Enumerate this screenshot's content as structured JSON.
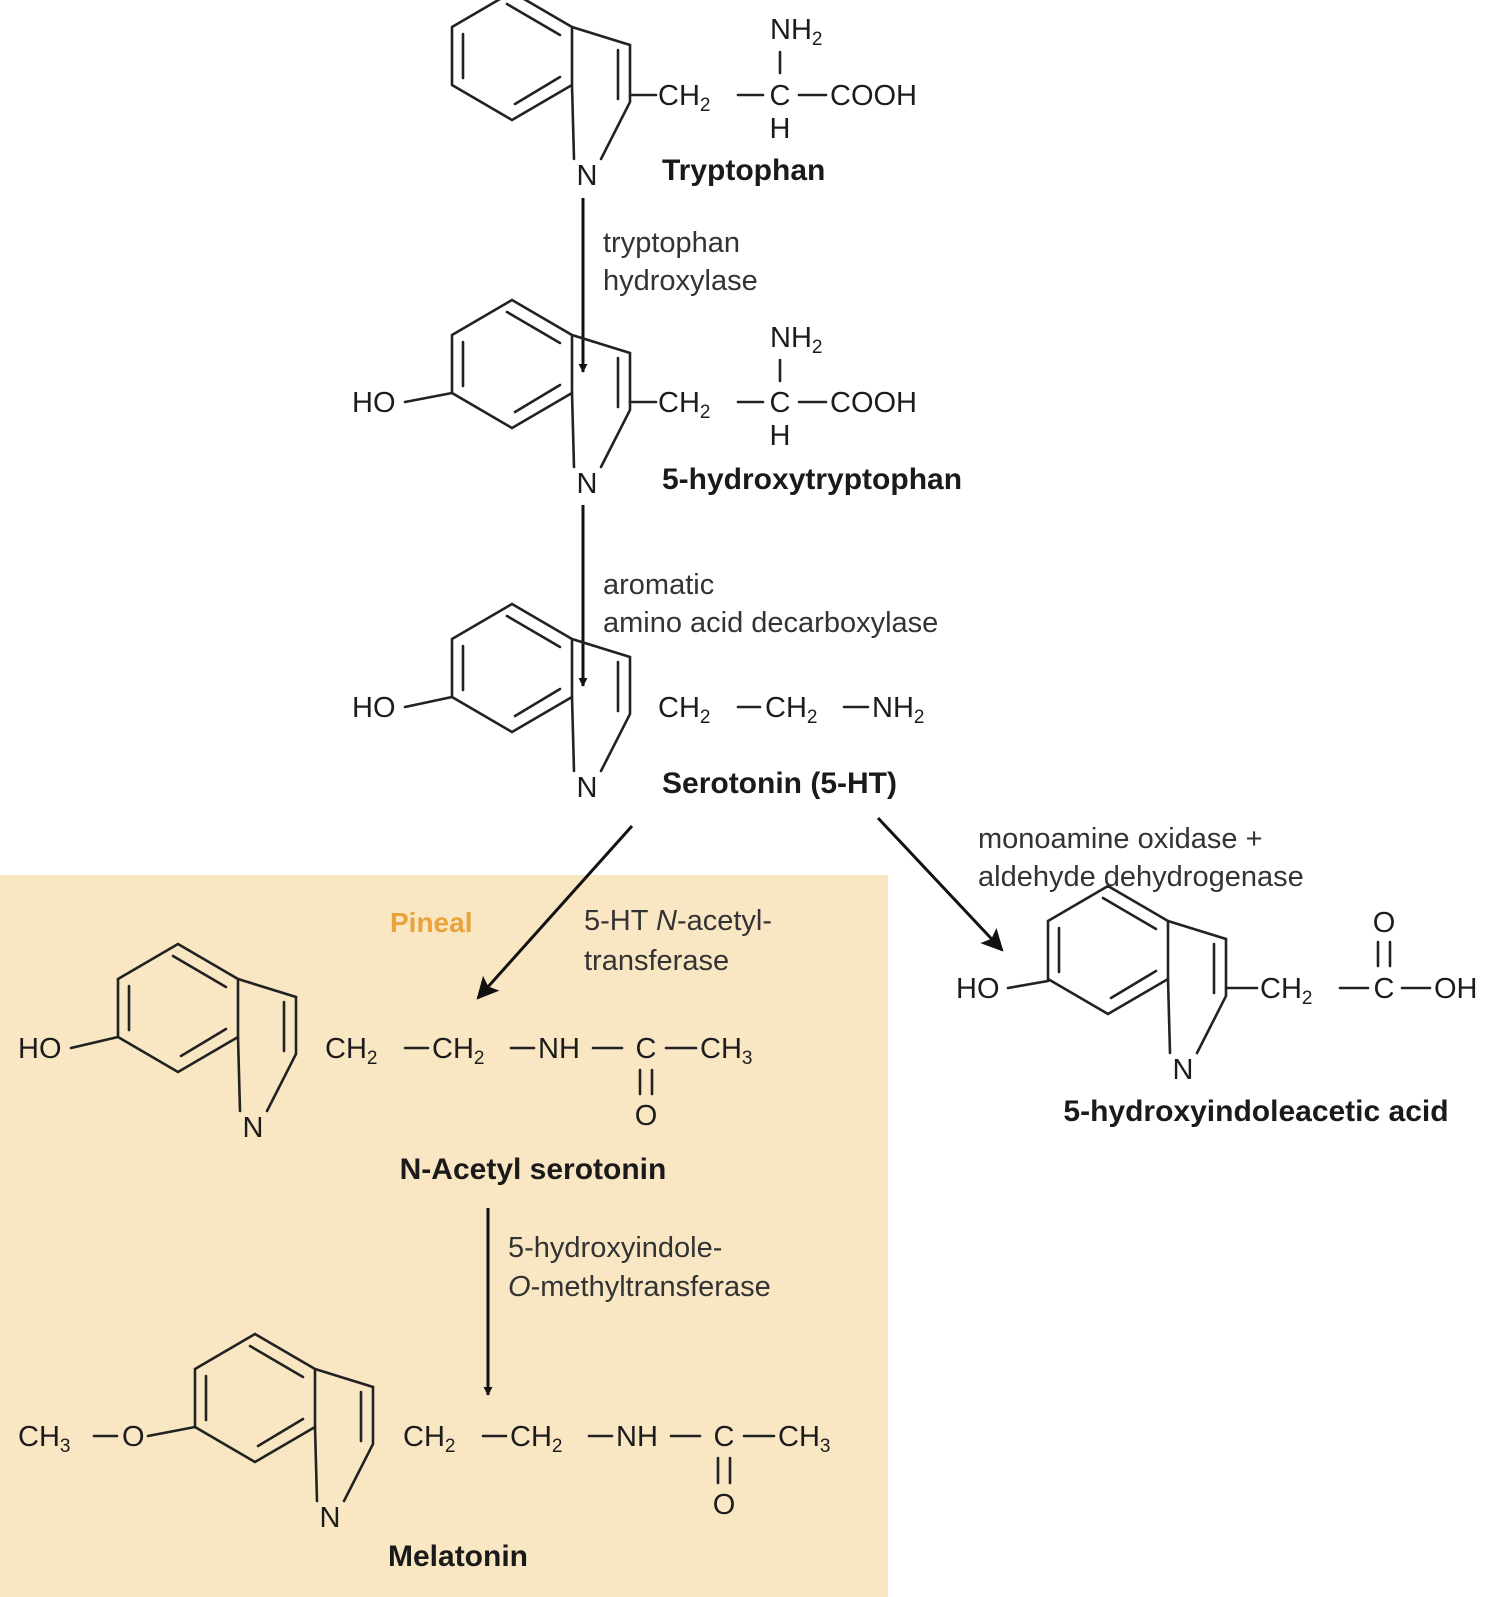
{
  "colors": {
    "pineal_background": "#f9e7c4",
    "pineal_label": "#e8a33a",
    "ink": "#1c1c1c"
  },
  "region": {
    "label": "Pineal"
  },
  "atoms": {
    "nh2": "NH",
    "two": "2",
    "ch2": "CH",
    "ch3": "CH",
    "three": "3",
    "c": "C",
    "h": "H",
    "cooh": "COOH",
    "ho": "HO",
    "n": "N",
    "nh": "NH",
    "o": "O",
    "oh": "OH"
  },
  "compounds": {
    "tryptophan": "Tryptophan",
    "hydroxytryptophan": "5-hydroxytryptophan",
    "serotonin": "Serotonin (5-HT)",
    "acetyl_serotonin": "N-Acetyl serotonin",
    "melatonin": "Melatonin",
    "hiaa": "5-hydroxyindoleacetic acid"
  },
  "enzymes": {
    "tph_line1": "tryptophan",
    "tph_line2": "hydroxylase",
    "aadc_line1": "aromatic",
    "aadc_line2": "amino acid decarboxylase",
    "aanat_line1_a": "5-HT ",
    "aanat_line1_b": "N",
    "aanat_line1_c": "-acetyl-",
    "aanat_line2": "transferase",
    "hiomt_line1": "5-hydroxyindole-",
    "hiomt_line2_a": "O",
    "hiomt_line2_b": "-methyltransferase",
    "mao_line1": "monoamine oxidase +",
    "mao_line2": "aldehyde dehydrogenase"
  }
}
